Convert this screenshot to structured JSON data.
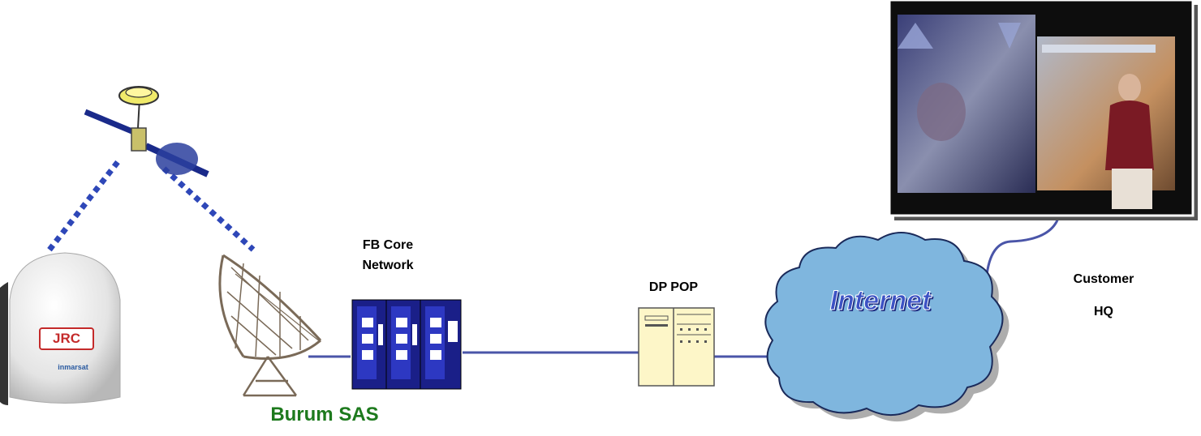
{
  "labels": {
    "fb_core_line1": "FB Core",
    "fb_core_line2": "Network",
    "dp_pop": "DP POP",
    "customer_line1": "Customer",
    "customer_line2": "HQ",
    "burum_sas": "Burum SAS",
    "internet": "Internet"
  },
  "terminal": {
    "brand": "JRC",
    "logo_text": "inmarsat"
  },
  "colors": {
    "link_line": "#4a55a8",
    "cloud_fill": "#7fb6de",
    "burum_green": "#1d7a1d",
    "internet_text": "#3c52c4"
  }
}
